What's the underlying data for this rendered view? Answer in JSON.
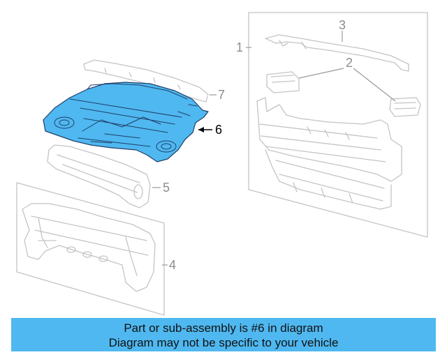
{
  "diagram": {
    "callouts": [
      {
        "id": "1",
        "label": "1",
        "highlighted": false
      },
      {
        "id": "2",
        "label": "2",
        "highlighted": false
      },
      {
        "id": "3",
        "label": "3",
        "highlighted": false
      },
      {
        "id": "4",
        "label": "4",
        "highlighted": false
      },
      {
        "id": "5",
        "label": "5",
        "highlighted": false
      },
      {
        "id": "6",
        "label": "6",
        "highlighted": true
      },
      {
        "id": "7",
        "label": "7",
        "highlighted": false
      }
    ],
    "highlight_color": "#4fb8f0",
    "faded_color": "#c4c4c4"
  },
  "banner": {
    "line1": "Part or sub-assembly is #6 in diagram",
    "line2": "Diagram may not be specific to your vehicle",
    "background": "#4fb8f0"
  }
}
